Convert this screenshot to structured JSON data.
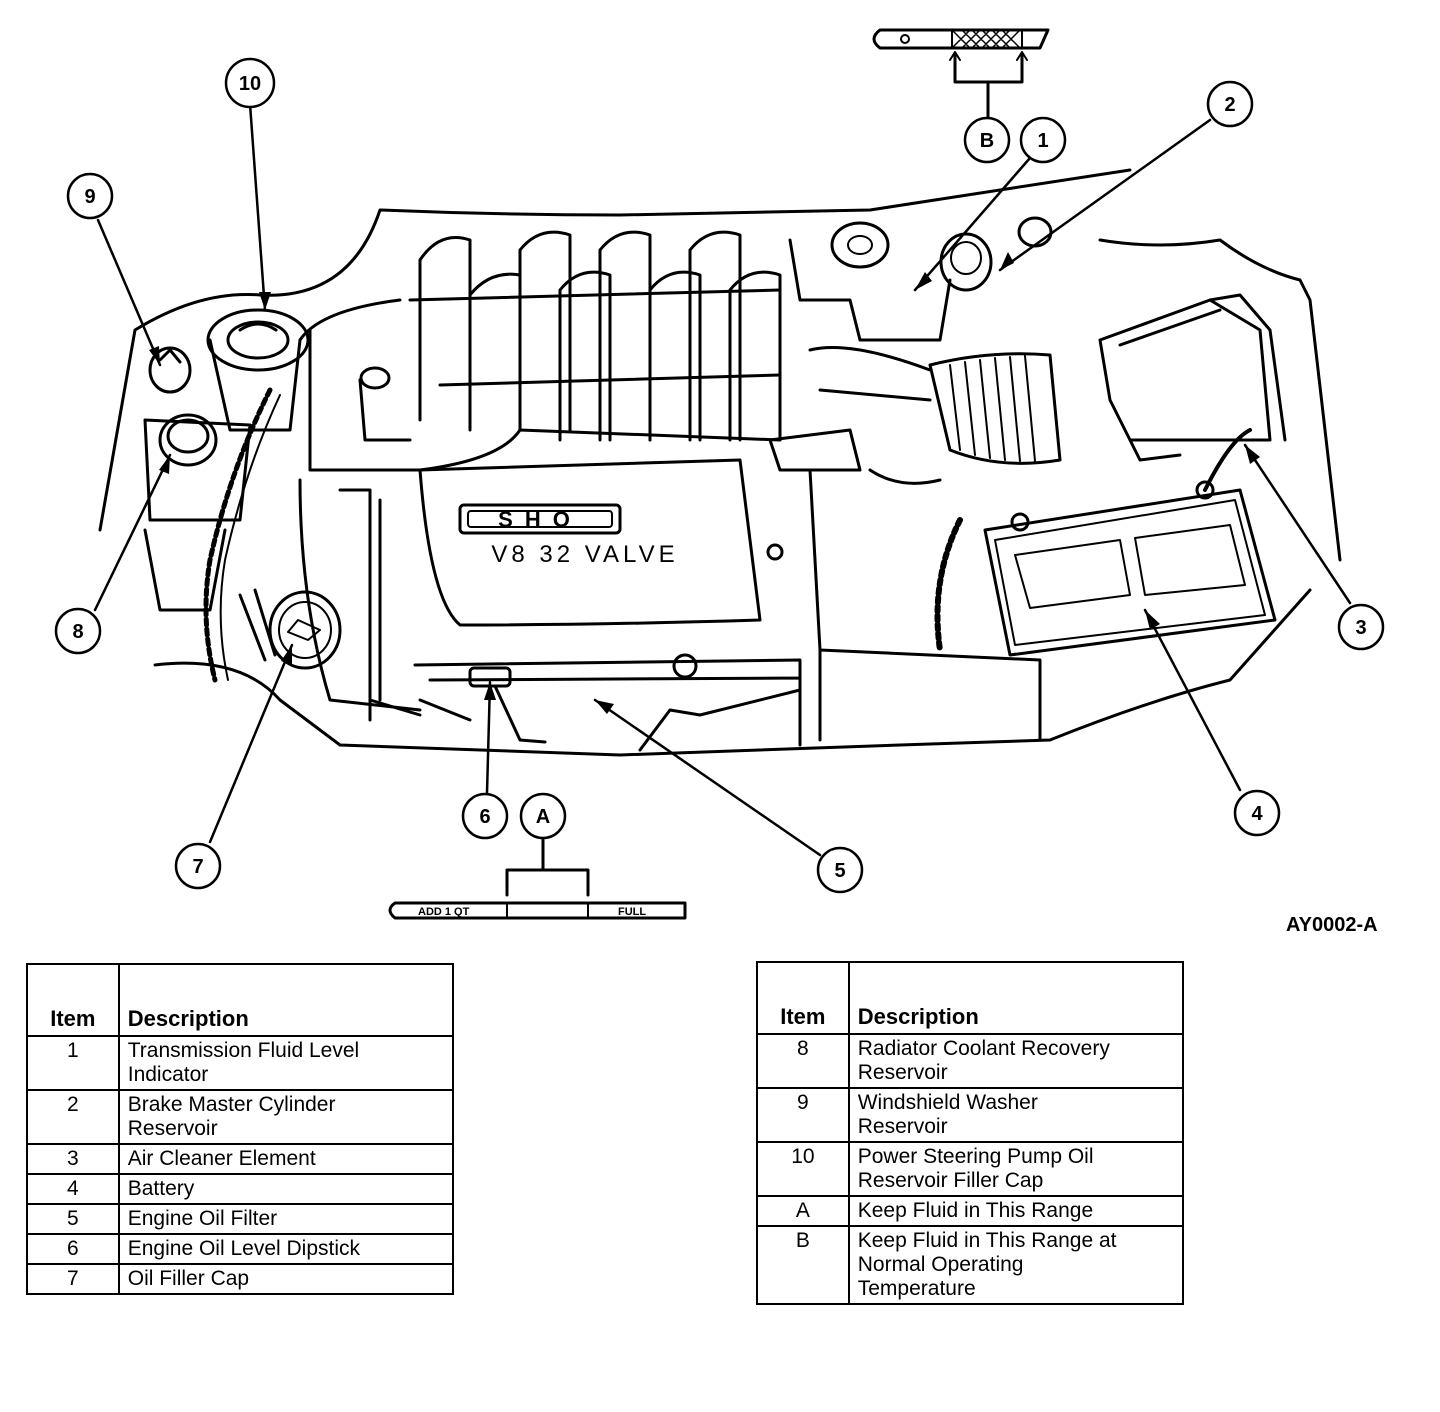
{
  "diagram": {
    "engine_cover": {
      "badge": "SHO",
      "text": "V8 32 VALVE"
    },
    "dipstick_a": {
      "left_mark": "ADD 1 QT",
      "right_mark": "FULL"
    },
    "figure_id": "AY0002-A",
    "callouts": [
      {
        "label": "1"
      },
      {
        "label": "2"
      },
      {
        "label": "3"
      },
      {
        "label": "4"
      },
      {
        "label": "5"
      },
      {
        "label": "6"
      },
      {
        "label": "7"
      },
      {
        "label": "8"
      },
      {
        "label": "9"
      },
      {
        "label": "10"
      },
      {
        "label": "A"
      },
      {
        "label": "B"
      }
    ]
  },
  "legend": {
    "header_item": "Item",
    "header_description": "Description",
    "left_rows": [
      {
        "item": "1",
        "description": [
          "Transmission Fluid Level",
          "Indicator"
        ]
      },
      {
        "item": "2",
        "description": [
          "Brake Master Cylinder",
          "Reservoir"
        ]
      },
      {
        "item": "3",
        "description": [
          "Air Cleaner Element"
        ]
      },
      {
        "item": "4",
        "description": [
          "Battery"
        ]
      },
      {
        "item": "5",
        "description": [
          "Engine Oil Filter"
        ]
      },
      {
        "item": "6",
        "description": [
          "Engine Oil Level Dipstick"
        ]
      },
      {
        "item": "7",
        "description": [
          "Oil Filler Cap"
        ]
      }
    ],
    "right_rows": [
      {
        "item": "8",
        "description": [
          "Radiator Coolant Recovery",
          "Reservoir"
        ]
      },
      {
        "item": "9",
        "description": [
          "Windshield Washer",
          "Reservoir"
        ]
      },
      {
        "item": "10",
        "description": [
          "Power Steering Pump Oil",
          "Reservoir Filler Cap"
        ]
      },
      {
        "item": "A",
        "description": [
          "Keep Fluid in This Range"
        ]
      },
      {
        "item": "B",
        "description": [
          "Keep Fluid in This Range at",
          "Normal Operating",
          "Temperature"
        ]
      }
    ]
  }
}
